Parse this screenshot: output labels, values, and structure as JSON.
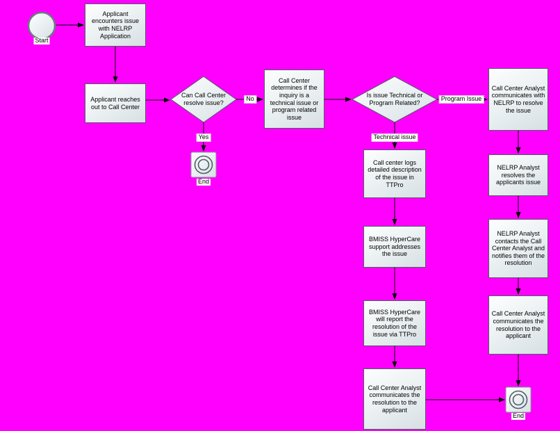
{
  "diagram": {
    "title_hint": "NELRP Application Call Center issue resolution flowchart",
    "colors": {
      "background": "#ff00ff",
      "node_fill_light": "#fdfefe",
      "node_fill_dark": "#d6dfe3",
      "node_border": "#4f5e66",
      "connector": "#000000",
      "text": "#000000"
    },
    "terminators": {
      "start_label": "Start",
      "end1_label": "End",
      "end2_label": "End"
    },
    "nodes": {
      "box1": "Applicant encounters issue with NELRP Application",
      "box2": "Applicant reaches out to Call Center",
      "decision1": "Can Call Center resolve issue?",
      "box3": "Call Center determines if the inquiry is a technical issue or program related issue",
      "decision2": "Is issue Technical or Program Related?",
      "box4": "Call Center Analyst communicates with NELRP to resolve the issue",
      "box5": "NELRP Analyst resolves the applicants issue",
      "box6": "NELRP Analyst contacts the Call Center Analyst and notifies them of the resolution",
      "box7": "Call Center Analyst communicates the resolution to the applicant",
      "box8": "Call center logs detailed description of the issue in TTPro",
      "box9": "BMISS HyperCare support addresses the issue",
      "box10": "BMISS HyperCare will report the resolution of the issue via TTPro",
      "box11": "Call Center Analyst communicates the resolution to the applicant"
    },
    "edge_labels": {
      "yes": "Yes",
      "no": "No",
      "program": "Program Issue",
      "technical": "Technical issue"
    }
  }
}
